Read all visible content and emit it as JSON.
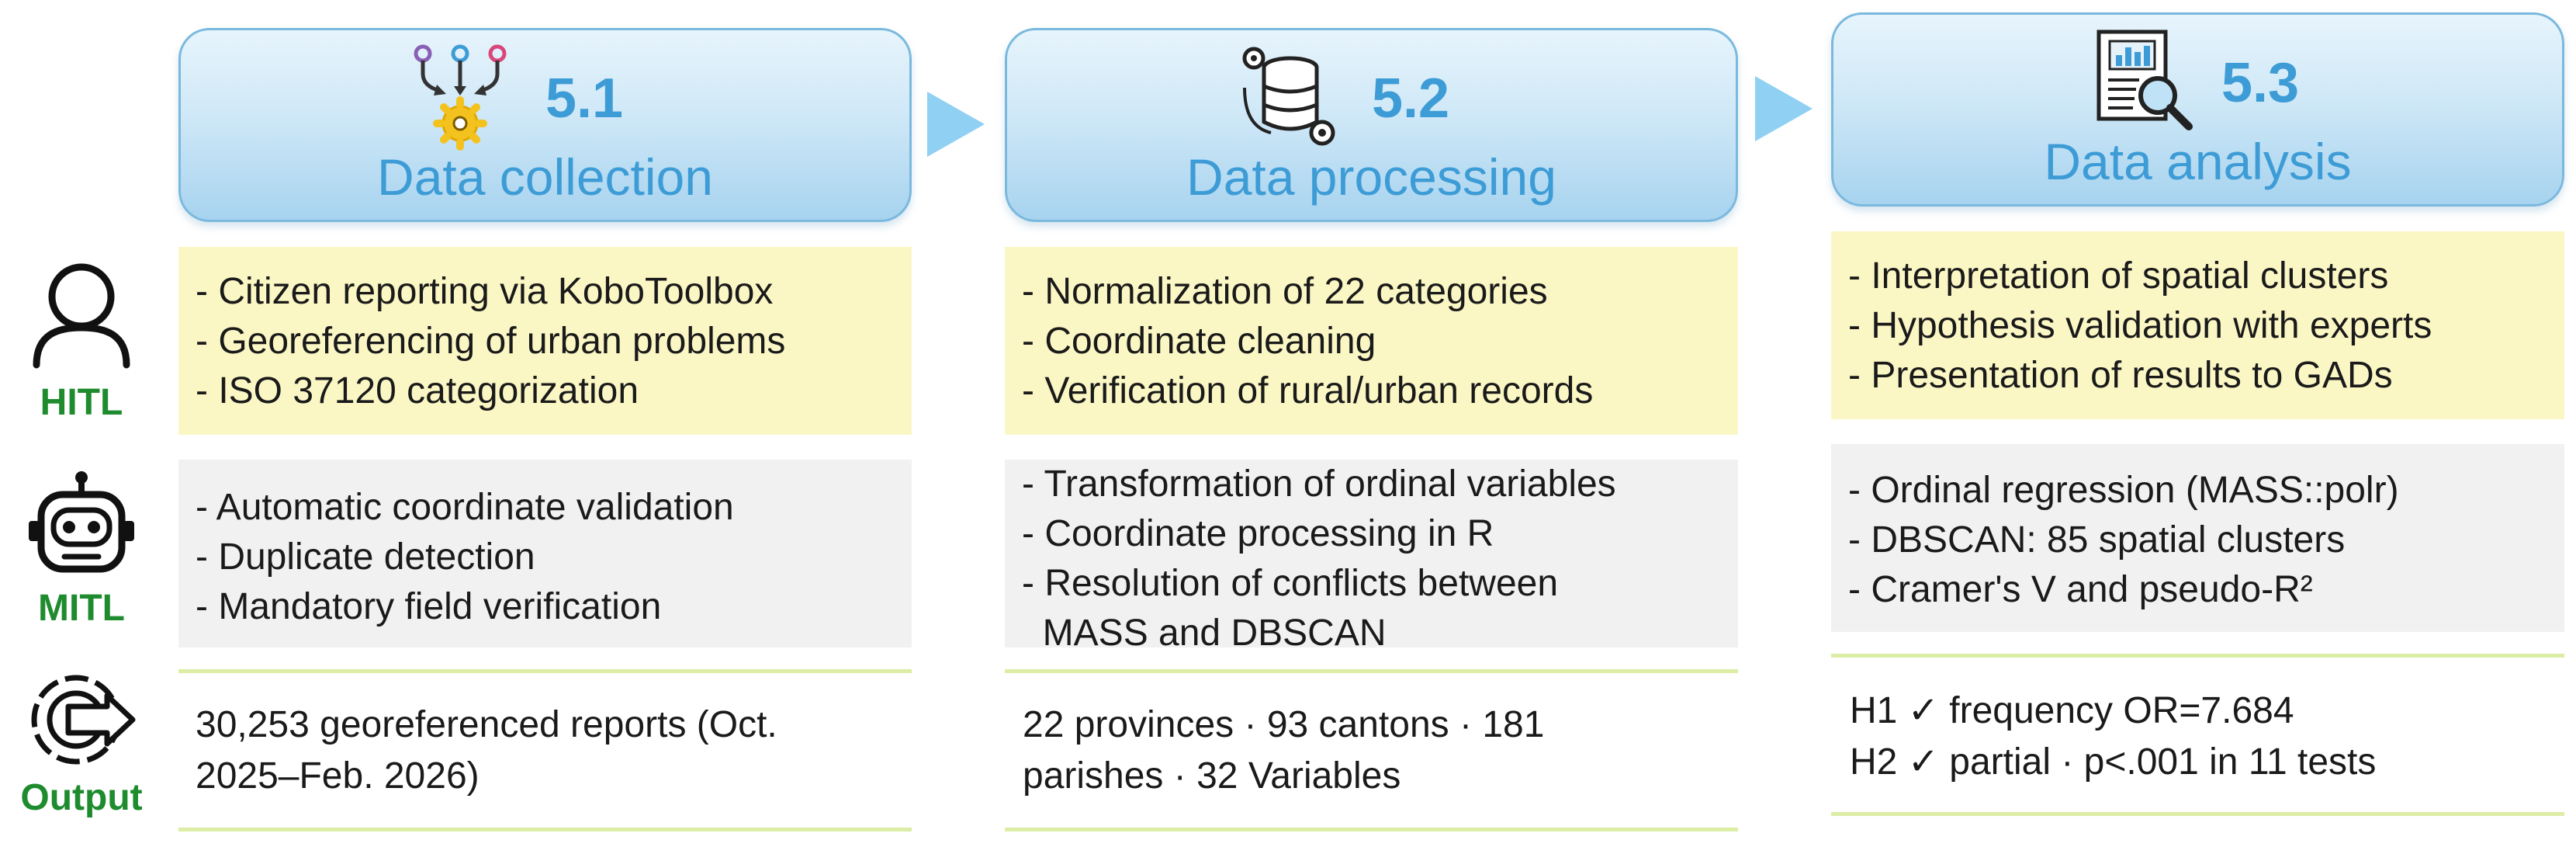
{
  "stages": [
    {
      "number": "5.1",
      "title": "Data collection",
      "icon": "workflow-gear-icon"
    },
    {
      "number": "5.2",
      "title": "Data processing",
      "icon": "database-gear-icon"
    },
    {
      "number": "5.3",
      "title": "Data analysis",
      "icon": "report-magnifier-icon"
    }
  ],
  "rows": [
    {
      "label": "HITL",
      "icon": "person-icon"
    },
    {
      "label": "MITL",
      "icon": "robot-icon"
    },
    {
      "label": "Output",
      "icon": "output-arrow-icon"
    }
  ],
  "hitl": [
    "- Citizen reporting via KoboToolbox\n- Georeferencing of urban problems\n- ISO 37120 categorization",
    "- Normalization of 22 categories\n- Coordinate cleaning\n- Verification of rural/urban records",
    "- Interpretation of spatial clusters\n- Hypothesis validation with experts\n- Presentation of results to GADs"
  ],
  "mitl": [
    "- Automatic coordinate validation\n- Duplicate detection\n- Mandatory field verification",
    "- Transformation of ordinal variables\n- Coordinate processing in R\n- Resolution of conflicts between\n  MASS and DBSCAN",
    "- Ordinal regression (MASS::polr)\n- DBSCAN: 85 spatial clusters\n- Cramer's V and pseudo-R²"
  ],
  "output": [
    "30,253 georeferenced reports (Oct.\n2025–Feb. 2026)",
    "22 provinces · 93 cantons · 181\nparishes · 32 Variables",
    "H1 ✓ frequency OR=7.684\nH2 ✓ partial · p<.001 in 11 tests"
  ],
  "colors": {
    "stage_text": "#3d9cd6",
    "row_label": "#1e8c2e",
    "hitl_fill": "#fbf7c5",
    "mitl_fill": "#f1f1f1",
    "arrow": "#8fd0f3",
    "output_rule": "#dceda5"
  }
}
